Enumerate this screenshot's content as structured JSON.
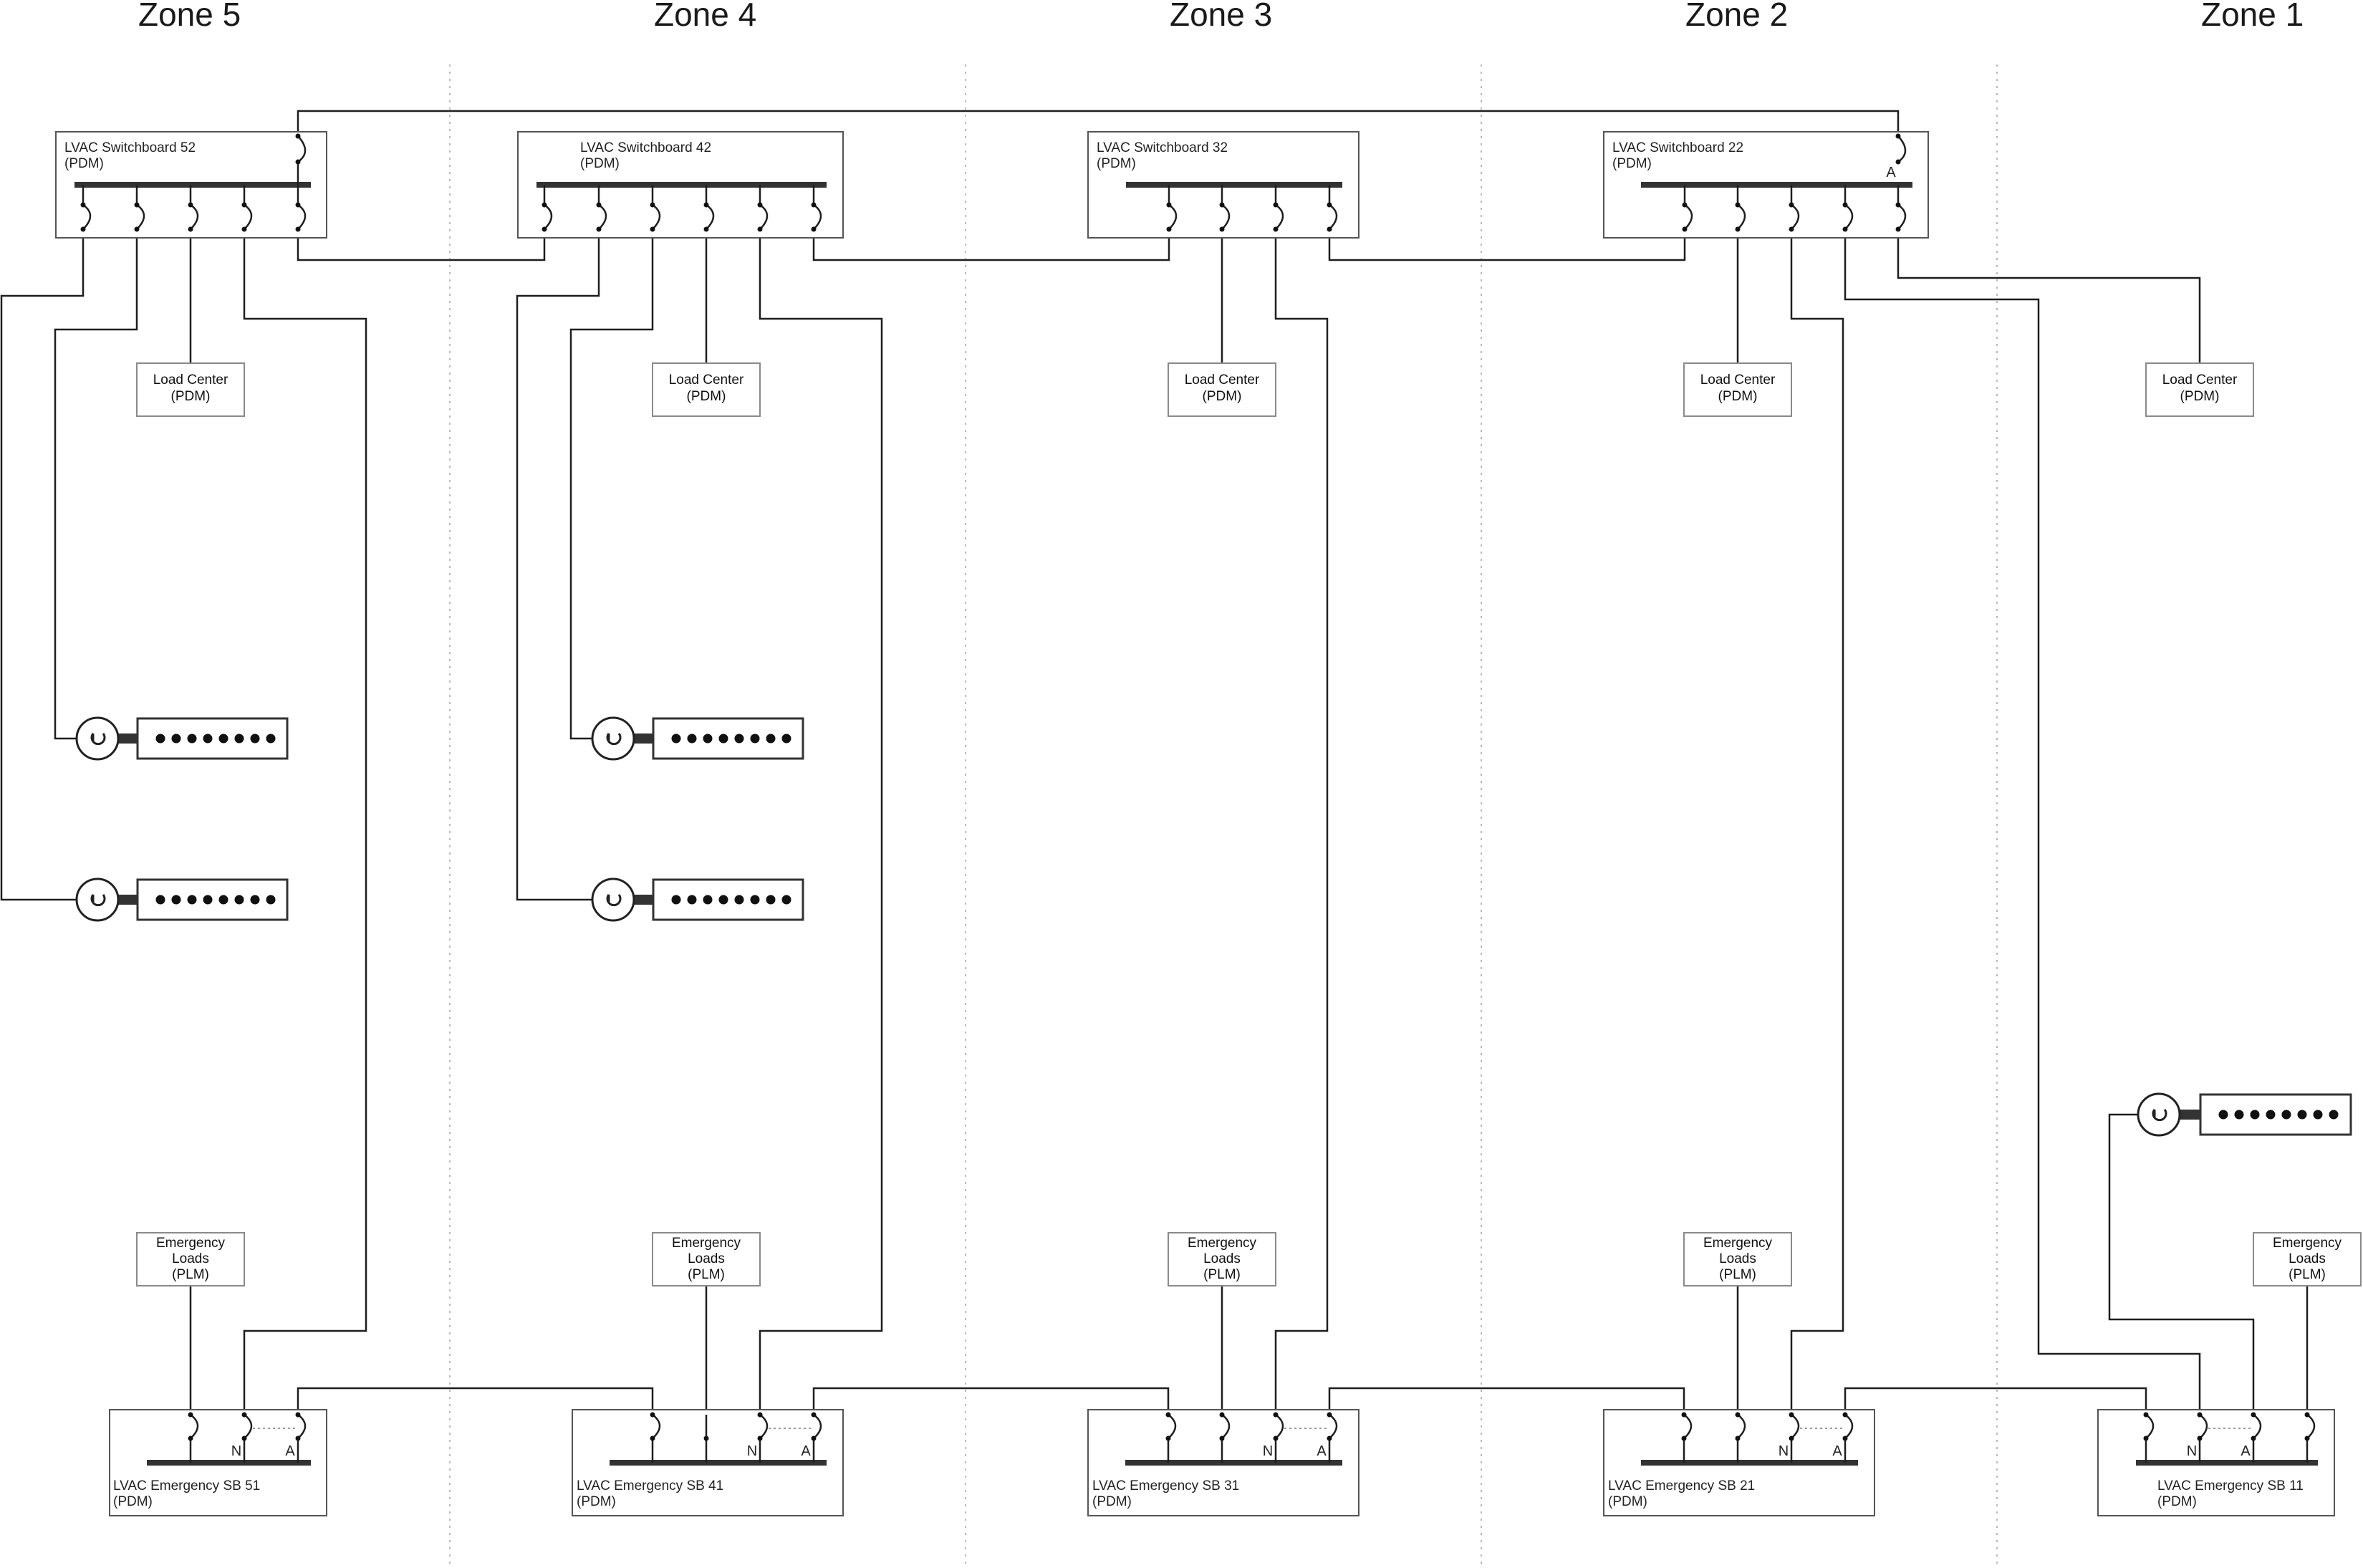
{
  "zones": [
    "Zone 5",
    "Zone 4",
    "Zone 3",
    "Zone 2",
    "Zone 1"
  ],
  "switchboards": [
    {
      "name": "LVAC Switchboard 52",
      "sub": "(PDM)",
      "zone": 5
    },
    {
      "name": "LVAC Switchboard 42",
      "sub": "(PDM)",
      "zone": 4
    },
    {
      "name": "LVAC Switchboard 32",
      "sub": "(PDM)",
      "zone": 3
    },
    {
      "name": "LVAC Switchboard 22",
      "sub": "(PDM)",
      "zone": 2
    }
  ],
  "load_centers": [
    {
      "line1": "Load Center",
      "line2": "(PDM)",
      "zone": 5
    },
    {
      "line1": "Load Center",
      "line2": "(PDM)",
      "zone": 4
    },
    {
      "line1": "Load Center",
      "line2": "(PDM)",
      "zone": 3
    },
    {
      "line1": "Load Center",
      "line2": "(PDM)",
      "zone": 2
    },
    {
      "line1": "Load Center",
      "line2": "(PDM)",
      "zone": 1
    }
  ],
  "emergency_loads": [
    {
      "line1": "Emergency",
      "line2": "Loads",
      "line3": "(PLM)",
      "zone": 5
    },
    {
      "line1": "Emergency",
      "line2": "Loads",
      "line3": "(PLM)",
      "zone": 4
    },
    {
      "line1": "Emergency",
      "line2": "Loads",
      "line3": "(PLM)",
      "zone": 3
    },
    {
      "line1": "Emergency",
      "line2": "Loads",
      "line3": "(PLM)",
      "zone": 2
    },
    {
      "line1": "Emergency",
      "line2": "Loads",
      "line3": "(PLM)",
      "zone": 1
    }
  ],
  "emergency_switchboards": [
    {
      "name": "LVAC Emergency SB 51",
      "sub": "(PDM)",
      "zone": 5
    },
    {
      "name": "LVAC Emergency SB 41",
      "sub": "(PDM)",
      "zone": 4
    },
    {
      "name": "LVAC Emergency SB 31",
      "sub": "(PDM)",
      "zone": 3
    },
    {
      "name": "LVAC Emergency SB 21",
      "sub": "(PDM)",
      "zone": 2
    },
    {
      "name": "LVAC Emergency SB 11",
      "sub": "(PDM)",
      "zone": 1
    }
  ],
  "transfer_labels": {
    "normal": "N",
    "alternate": "A"
  },
  "generator_sets": [
    {
      "zone": 5,
      "index": 1
    },
    {
      "zone": 5,
      "index": 2
    },
    {
      "zone": 4,
      "index": 1
    },
    {
      "zone": 4,
      "index": 2
    },
    {
      "zone": 1,
      "index": 1
    }
  ]
}
